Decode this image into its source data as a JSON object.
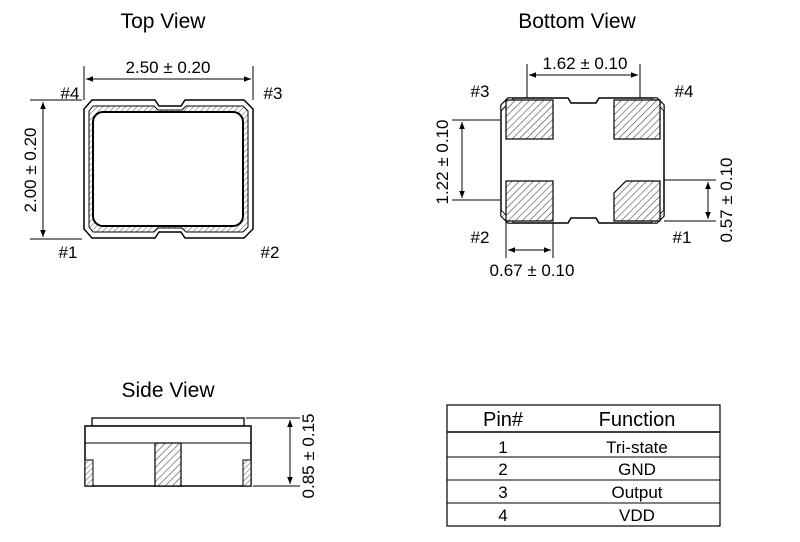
{
  "top_view": {
    "title": "Top View",
    "width_dim": "2.50 ± 0.20",
    "height_dim": "2.00 ± 0.20",
    "pin_labels": {
      "p1": "#1",
      "p2": "#2",
      "p3": "#3",
      "p4": "#4"
    }
  },
  "bottom_view": {
    "title": "Bottom View",
    "pad_spacing_dim": "1.62 ± 0.10",
    "pad_pitch_dim": "1.22 ± 0.10",
    "pad_width_dim": "0.67 ± 0.10",
    "pad_height_dim": "0.57 ± 0.10",
    "pin_labels": {
      "p1": "#1",
      "p2": "#2",
      "p3": "#3",
      "p4": "#4"
    }
  },
  "side_view": {
    "title": "Side View",
    "height_dim": "0.85 ± 0.15"
  },
  "pin_table": {
    "headers": {
      "pin": "Pin#",
      "function": "Function"
    },
    "rows": [
      {
        "pin": "1",
        "function": "Tri-state"
      },
      {
        "pin": "2",
        "function": "GND"
      },
      {
        "pin": "3",
        "function": "Output"
      },
      {
        "pin": "4",
        "function": "VDD"
      }
    ]
  }
}
